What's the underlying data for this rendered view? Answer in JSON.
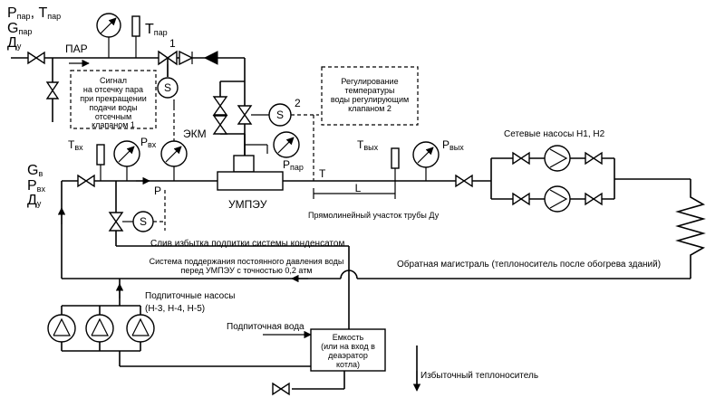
{
  "colors": {
    "line": "#000000",
    "background": "#ffffff"
  },
  "inlet": {
    "p_sym": "P",
    "p_sub": "пар",
    "t_sym": "T",
    "t_sub": "пар",
    "g_sym": "G",
    "g_sub": "пар",
    "d_sym": "Д",
    "d_sub": "у"
  },
  "steam_line_label": "ПАР",
  "t_steam": {
    "sym": "T",
    "sub": "пар"
  },
  "valve1_label": "1",
  "valve2_label": "2",
  "note_steam_cutoff": [
    "Сигнал",
    "на отсечку пара",
    "при прекращении",
    "подачи воды",
    "отсечным",
    "клапаном 1"
  ],
  "note_temp_control": [
    "Регулирование",
    "температуры",
    "воды регулирующим",
    "клапаном 2"
  ],
  "sensor_symbol": "S",
  "ekm_label": "ЭКМ",
  "t_in": {
    "sym": "T",
    "sub": "вх"
  },
  "p_in": {
    "sym": "P",
    "sub": "вх"
  },
  "p_steam_gauge": {
    "sym": "P",
    "sub": "пар"
  },
  "t_point_label": "T",
  "p_point_label": "P",
  "left_inlet": {
    "g_sym": "G",
    "g_sub": "в",
    "p_sym": "P",
    "p_sub": "вх",
    "d_sym": "Д",
    "d_sub": "у"
  },
  "umpeu_label": "УМПЭУ",
  "length_label": "L",
  "straight_section_label": "Прямолинейный участок трубы Ду",
  "t_out": {
    "sym": "T",
    "sub": "вых"
  },
  "p_out": {
    "sym": "P",
    "sub": "вых"
  },
  "network_pumps_label": "Сетевые насосы Н1, Н2",
  "drain_label": "Слив избытка подпитки системы конденсатом",
  "pressure_system_label": [
    "Система поддержания постоянного давления воды",
    "перед УМПЭУ с точностью 0,2 атм"
  ],
  "return_line_label": "Обратная магистраль (теплоноситель после обогрева зданий)",
  "makeup_pumps_label": [
    "Подпиточные насосы",
    "(Н-3, Н-4, Н-5)"
  ],
  "makeup_water_label": "Подпиточная вода",
  "tank_label": [
    "Емкость",
    "(или на вход в",
    "деаэратор",
    "котла)"
  ],
  "excess_label": "Избыточный теплоноситель"
}
